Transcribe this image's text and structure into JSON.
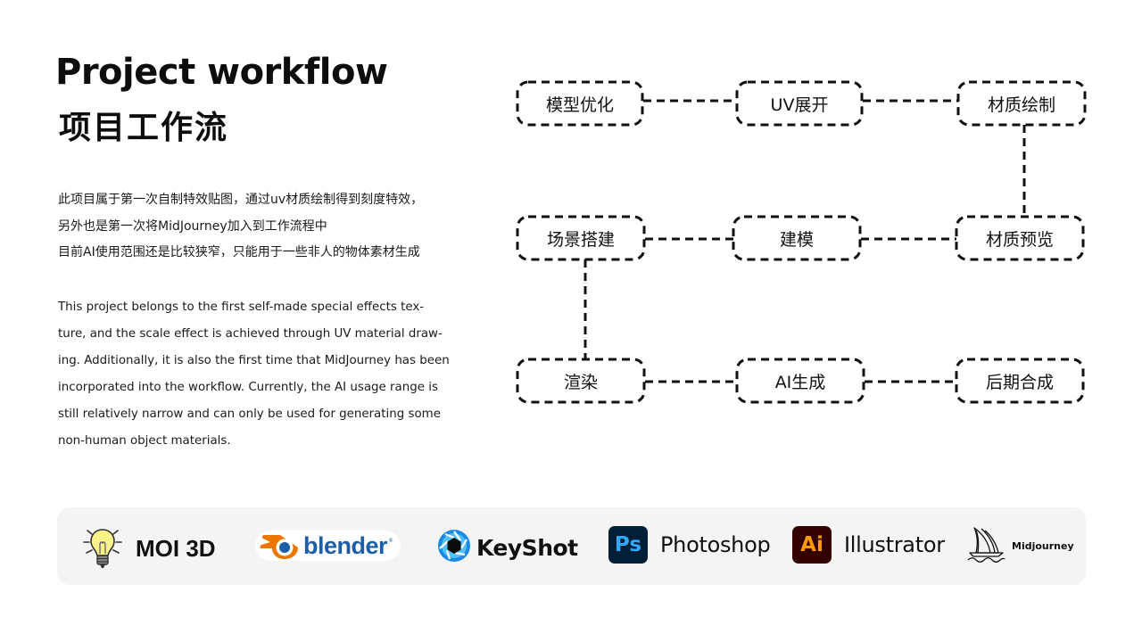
{
  "header": {
    "title_en": "Project workflow",
    "title_zh": "项目工作流"
  },
  "description": {
    "zh_lines": [
      "此项目属于第一次自制特效贴图，通过uv材质绘制得到刻度特效，",
      "另外也是第一次将MidJourney加入到工作流程中",
      "目前AI使用范围还是比较狭窄，只能用于一些非人的物体素材生成"
    ],
    "en_lines": [
      "This project belongs to the first self-made special effects tex-",
      "ture, and the scale effect is achieved through UV material draw-",
      "ing. Additionally, it is also the first time that MidJourney has been",
      "incorporated into the workflow. Currently, the AI usage range is",
      "still relatively narrow and can only be used for generating some",
      "non-human object materials."
    ]
  },
  "workflow": {
    "style": "dashed rounded boxes, serpentine flow",
    "rows": [
      [
        "模型优化",
        "UV展开",
        "材质绘制"
      ],
      [
        "场景搭建",
        "建模",
        "材质预览"
      ],
      [
        "渲染",
        "AI生成",
        "后期合成"
      ]
    ],
    "connections": [
      [
        "模型优化",
        "UV展开"
      ],
      [
        "UV展开",
        "材质绘制"
      ],
      [
        "材质绘制",
        "材质预览"
      ],
      [
        "材质预览",
        "建模"
      ],
      [
        "建模",
        "场景搭建"
      ],
      [
        "场景搭建",
        "渲染"
      ],
      [
        "渲染",
        "AI生成"
      ],
      [
        "AI生成",
        "后期合成"
      ]
    ]
  },
  "tools": {
    "items": [
      {
        "name": "MOI 3D",
        "icon": "lightbulb-icon"
      },
      {
        "name": "blender",
        "icon": "blender-logo-icon"
      },
      {
        "name": "KeyShot",
        "icon": "keyshot-aperture-icon"
      },
      {
        "name": "Photoshop",
        "icon": "photoshop-icon",
        "badge": "Ps"
      },
      {
        "name": "Illustrator",
        "icon": "illustrator-icon",
        "badge": "Ai"
      },
      {
        "name": "Midjourney",
        "icon": "sailboat-icon"
      }
    ]
  },
  "colors": {
    "text": "#111111",
    "strip_bg": "#f4f4f4",
    "blender_orange": "#ea7600",
    "blender_blue": "#1c5fa8",
    "keyshot_blue": "#1e88e5",
    "ps_bg": "#001e36",
    "ps_fg": "#31a8ff",
    "ai_bg": "#330000",
    "ai_fg": "#ff9a00"
  }
}
